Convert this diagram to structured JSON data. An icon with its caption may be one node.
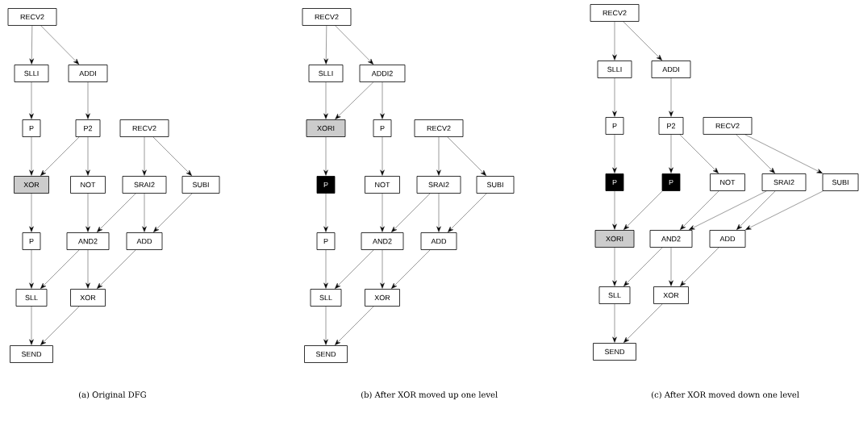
{
  "diagram": {
    "nodes": [
      {
        "text": [
          "RECV2"
        ]
      },
      {
        "text": [
          "SLLI"
        ]
      },
      {
        "text": [
          "ADDI"
        ]
      },
      {
        "text": [
          "P"
        ]
      },
      {
        "text": [
          "P2"
        ]
      },
      {
        "text": [
          "RECV2"
        ]
      },
      {
        "text": [
          "XOR"
        ]
      },
      {
        "text": [
          "NOT"
        ]
      },
      {
        "text": [
          "SRAI2"
        ]
      },
      {
        "text": [
          "SUBI"
        ]
      },
      {
        "text": [
          "P"
        ]
      },
      {
        "text": [
          "AND2"
        ]
      },
      {
        "text": [
          "ADD"
        ]
      },
      {
        "text": [
          "SLL"
        ]
      },
      {
        "text": [
          "XOR"
        ]
      },
      {
        "text": [
          "SEND"
        ]
      },
      {
        "text": [
          "RECV2"
        ]
      },
      {
        "text": [
          "SLLI"
        ]
      },
      {
        "text": [
          "ADDI2"
        ]
      },
      {
        "text": [
          "XORI"
        ]
      },
      {
        "text": [
          "P"
        ]
      },
      {
        "text": [
          "RECV2"
        ]
      },
      {
        "text": [
          "P"
        ]
      },
      {
        "text": [
          "NOT"
        ]
      },
      {
        "text": [
          "SRAI2"
        ]
      },
      {
        "text": [
          "SUBI"
        ]
      },
      {
        "text": [
          "P"
        ]
      },
      {
        "text": [
          "AND2"
        ]
      },
      {
        "text": [
          "ADD"
        ]
      },
      {
        "text": [
          "SLL"
        ]
      },
      {
        "text": [
          "XOR"
        ]
      },
      {
        "text": [
          "SEND"
        ]
      },
      {
        "text": [
          "RECV2"
        ]
      },
      {
        "text": [
          "SLLI"
        ]
      },
      {
        "text": [
          "ADDI"
        ]
      },
      {
        "text": [
          "P"
        ]
      },
      {
        "text": [
          "P2"
        ]
      },
      {
        "text": [
          "RECV2"
        ]
      },
      {
        "text": [
          "P"
        ]
      },
      {
        "text": [
          "P"
        ]
      },
      {
        "text": [
          "NOT"
        ]
      },
      {
        "text": [
          "SRAI2"
        ]
      },
      {
        "text": [
          "SUBI"
        ]
      },
      {
        "text": [
          "XORI"
        ]
      },
      {
        "text": [
          "AND2"
        ]
      },
      {
        "text": [
          "ADD"
        ]
      },
      {
        "text": [
          "SLL"
        ]
      },
      {
        "text": [
          "XOR"
        ]
      },
      {
        "text": [
          "SEND"
        ]
      }
    ],
    "edges": [
      {
        "from": 0,
        "to": 1,
        "arrow": "to"
      },
      {
        "from": 0,
        "to": 2,
        "arrow": "to"
      },
      {
        "from": 1,
        "to": 3,
        "arrow": "to"
      },
      {
        "from": 2,
        "to": 4,
        "arrow": "to"
      },
      {
        "from": 3,
        "to": 6,
        "arrow": "to"
      },
      {
        "from": 4,
        "to": 6,
        "arrow": "to"
      },
      {
        "from": 4,
        "to": 7,
        "arrow": "to"
      },
      {
        "from": 5,
        "to": 8,
        "arrow": "to"
      },
      {
        "from": 5,
        "to": 9,
        "arrow": "to"
      },
      {
        "from": 6,
        "to": 10,
        "arrow": "to"
      },
      {
        "from": 7,
        "to": 11,
        "arrow": "to"
      },
      {
        "from": 8,
        "to": 11,
        "arrow": "to"
      },
      {
        "from": 8,
        "to": 12,
        "arrow": "to"
      },
      {
        "from": 9,
        "to": 12,
        "arrow": "to"
      },
      {
        "from": 10,
        "to": 13,
        "arrow": "to"
      },
      {
        "from": 11,
        "to": 13,
        "arrow": "to"
      },
      {
        "from": 11,
        "to": 14,
        "arrow": "to"
      },
      {
        "from": 12,
        "to": 14,
        "arrow": "to"
      },
      {
        "from": 13,
        "to": 15,
        "arrow": "to"
      },
      {
        "from": 14,
        "to": 15,
        "arrow": "to"
      },
      {
        "from": 16,
        "to": 17,
        "arrow": "to"
      },
      {
        "from": 16,
        "to": 18,
        "arrow": "to"
      },
      {
        "from": 17,
        "to": 19,
        "arrow": "to"
      },
      {
        "from": 18,
        "to": 19,
        "arrow": "to"
      },
      {
        "from": 18,
        "to": 20,
        "arrow": "to"
      },
      {
        "from": 21,
        "to": 24,
        "arrow": "to"
      },
      {
        "from": 21,
        "to": 25,
        "arrow": "to"
      },
      {
        "from": 19,
        "to": 22,
        "arrow": "to"
      },
      {
        "from": 20,
        "to": 23,
        "arrow": "to"
      },
      {
        "from": 22,
        "to": 26,
        "arrow": "to"
      },
      {
        "from": 23,
        "to": 27,
        "arrow": "to"
      },
      {
        "from": 24,
        "to": 27,
        "arrow": "to"
      },
      {
        "from": 24,
        "to": 28,
        "arrow": "to"
      },
      {
        "from": 25,
        "to": 28,
        "arrow": "to"
      },
      {
        "from": 26,
        "to": 29,
        "arrow": "to"
      },
      {
        "from": 27,
        "to": 29,
        "arrow": "to"
      },
      {
        "from": 27,
        "to": 30,
        "arrow": "to"
      },
      {
        "from": 28,
        "to": 30,
        "arrow": "to"
      },
      {
        "from": 29,
        "to": 31,
        "arrow": "to"
      },
      {
        "from": 30,
        "to": 31,
        "arrow": "to"
      },
      {
        "from": 32,
        "to": 33,
        "arrow": "to"
      },
      {
        "from": 32,
        "to": 34,
        "arrow": "to"
      },
      {
        "from": 33,
        "to": 35,
        "arrow": "to"
      },
      {
        "from": 34,
        "to": 36,
        "arrow": "to"
      },
      {
        "from": 35,
        "to": 38,
        "arrow": "to"
      },
      {
        "from": 36,
        "to": 39,
        "arrow": "to"
      },
      {
        "from": 36,
        "to": 40,
        "arrow": "to"
      },
      {
        "from": 37,
        "to": 41,
        "arrow": "to"
      },
      {
        "from": 37,
        "to": 42,
        "arrow": "to"
      },
      {
        "from": 38,
        "to": 43,
        "arrow": "to"
      },
      {
        "from": 39,
        "to": 43,
        "arrow": "to"
      },
      {
        "from": 40,
        "to": 44,
        "arrow": "to"
      },
      {
        "from": 41,
        "to": 44,
        "arrow": "to"
      },
      {
        "from": 41,
        "to": 45,
        "arrow": "to"
      },
      {
        "from": 42,
        "to": 45,
        "arrow": "to"
      },
      {
        "from": 43,
        "to": 46,
        "arrow": "to"
      },
      {
        "from": 44,
        "to": 46,
        "arrow": "to"
      },
      {
        "from": 44,
        "to": 47,
        "arrow": "to"
      },
      {
        "from": 45,
        "to": 47,
        "arrow": "to"
      },
      {
        "from": 46,
        "to": 48,
        "arrow": "to"
      },
      {
        "from": 47,
        "to": 48,
        "arrow": "to"
      }
    ],
    "labels": [
      "(a) Original DFG",
      "(b) After XOR moved up one level",
      "(c) After XOR moved down one level"
    ]
  }
}
